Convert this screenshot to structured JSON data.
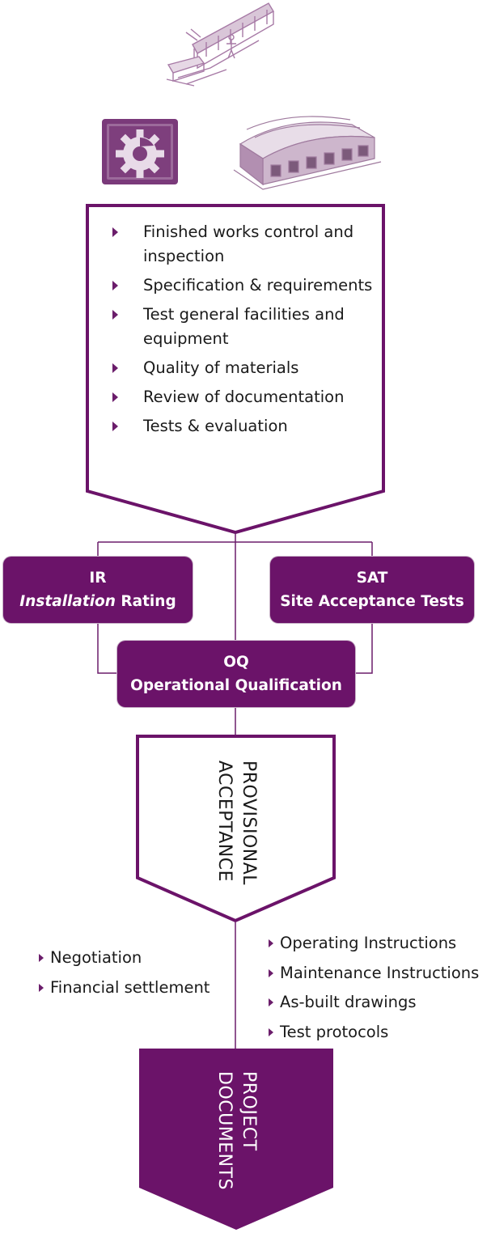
{
  "colors": {
    "accent": "#6b1369",
    "line": "#6b1d6b",
    "illustration": "#a77aa6"
  },
  "icons": {
    "top": "conveyor-machine-illustration",
    "gear": "gear-settings-icon",
    "building": "warehouse-building-illustration",
    "bullet": "triangle-bullet-icon"
  },
  "inspection": {
    "items": [
      "Finished works control and inspection",
      "Specification & requirements",
      "Test general facilities and equipment",
      "Quality of materials",
      "Review of documentation",
      "Tests & evaluation"
    ]
  },
  "boxes": {
    "ir": {
      "line1": "IR",
      "line2_italic": "Installation",
      "line2_rest": " Rating"
    },
    "sat": {
      "line1": "SAT",
      "line2": "Site Acceptance Tests"
    },
    "oq": {
      "line1": "OQ",
      "line2": "Operational Qualification"
    }
  },
  "provisional": {
    "line1": "PROVISIONAL",
    "line2": "ACCEPTANCE"
  },
  "left_list": [
    "Negotiation",
    "Financial settlement"
  ],
  "right_list": [
    "Operating Instructions",
    "Maintenance Instructions",
    "As-built drawings",
    "Test protocols"
  ],
  "documents": {
    "line1": "PROJECT",
    "line2": "DOCUMENTS"
  }
}
